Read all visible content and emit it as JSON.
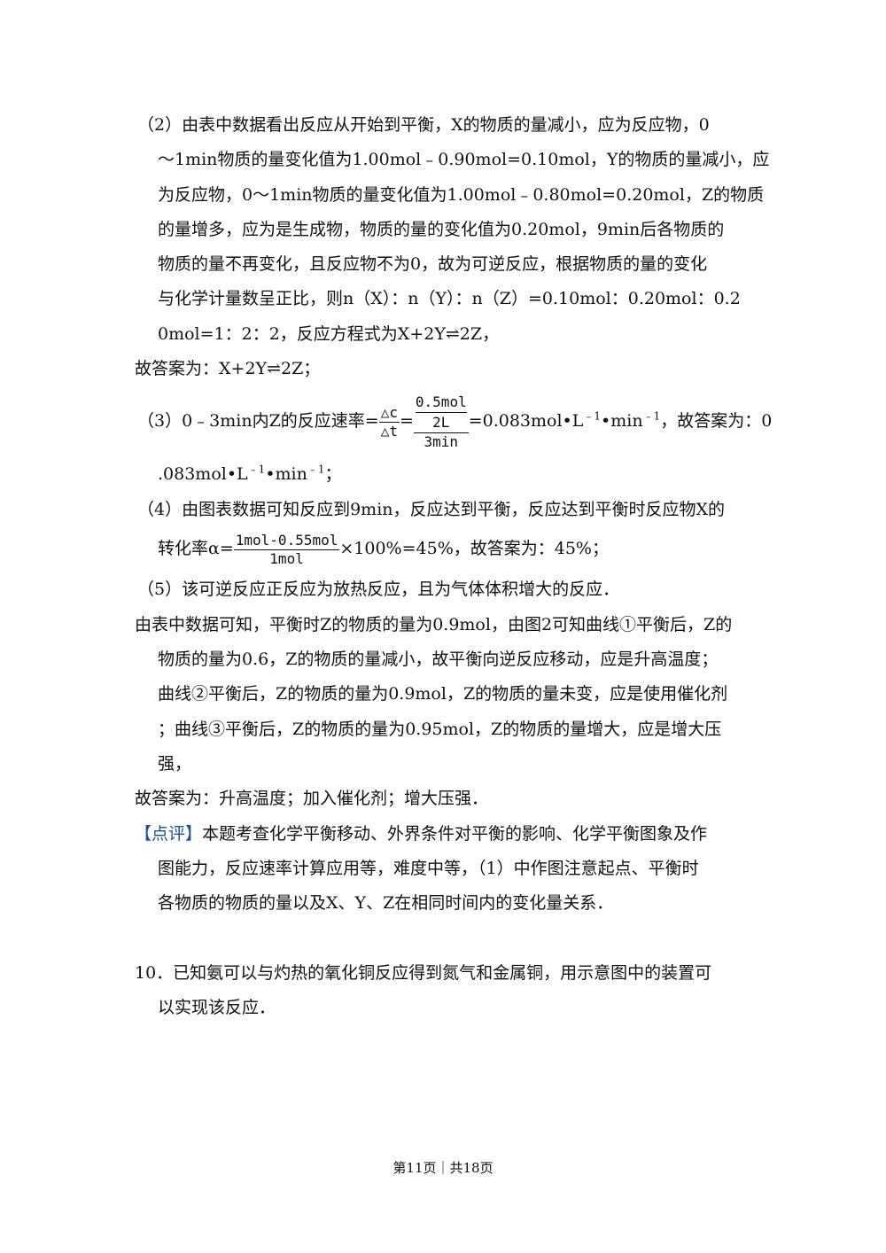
{
  "lines": {
    "l1": "（2）由表中数据看出反应从开始到平衡，X的物质的量减小，应为反应物，0",
    "l2": "～1min物质的量变化值为1.00mol﹣0.90mol=0.10mol，Y的物质的量减小，应",
    "l3": "为反应物，0～1min物质的量变化值为1.00mol﹣0.80mol=0.20mol，Z的物质",
    "l4": "的量增多，应为是生成物，物质的量的变化值为0.20mol，9min后各物质的",
    "l5": "物质的量不再变化，且反应物不为0，故为可逆反应，根据物质的量的变化",
    "l6": "与化学计量数呈正比，则n（X）：n（Y）：n（Z）=0.10mol：0.20mol：0.2",
    "l7": "0mol=1：2：2，反应方程式为X+2Y⇌2Z，",
    "l8": "故答案为：X+2Y⇌2Z；",
    "l9_pre": "（3）0﹣3min内Z的反应速率=",
    "l9_f1_num": "△c",
    "l9_f1_den": "△t",
    "l9_eq": "=",
    "l9_f2_num_num": "0.5mol",
    "l9_f2_num_den": "2L",
    "l9_f2_den": "3min",
    "l9_mid": "=0.083mol•L",
    "l9_sup1": "﹣1",
    "l9_mid2": "•min",
    "l9_sup2": "﹣1",
    "l9_post": "，故答案为：0",
    "l10_pre": ".083mol•L",
    "l10_sup1": "﹣1",
    "l10_mid": "•min",
    "l10_sup2": "﹣1",
    "l10_post": "；",
    "l11": "（4）由图表数据可知反应到9min，反应达到平衡，反应达到平衡时反应物X的",
    "l12_pre": "转化率α=",
    "l12_num": "1mol-0.55mol",
    "l12_den": "1mol",
    "l12_post": "×100%=45%，故答案为：45%；",
    "l13": "（5）该可逆反应正反应为放热反应，且为气体体积增大的反应．",
    "l14": "由表中数据可知，平衡时Z的物质的量为0.9mol，由图2可知曲线①平衡后，Z的",
    "l15": "物质的量为0.6，Z的物质的量减小，故平衡向逆反应移动，应是升高温度；",
    "l16": "曲线②平衡后，Z的物质的量为0.9mol，Z的物质的量未变，应是使用催化剂",
    "l17": "；曲线③平衡后，Z的物质的量为0.95mol，Z的物质的量增大，应是增大压",
    "l18": "强，",
    "l19": "故答案为：升高温度；加入催化剂；增大压强．",
    "l20_tag": "【点评】",
    "l20": "本题考查化学平衡移动、外界条件对平衡的影响、化学平衡图象及作",
    "l21": "图能力，反应速率计算应用等，难度中等，（1）中作图注意起点、平衡时",
    "l22": "各物质的物质的量以及X、Y、Z在相同时间内的变化量关系．",
    "l23": "10．已知氨可以与灼热的氧化铜反应得到氮气和金属铜，用示意图中的装置可",
    "l24": "以实现该反应．"
  },
  "footer": "第11页｜共18页",
  "colors": {
    "text": "#111111",
    "tag": "#1f4fa0"
  }
}
